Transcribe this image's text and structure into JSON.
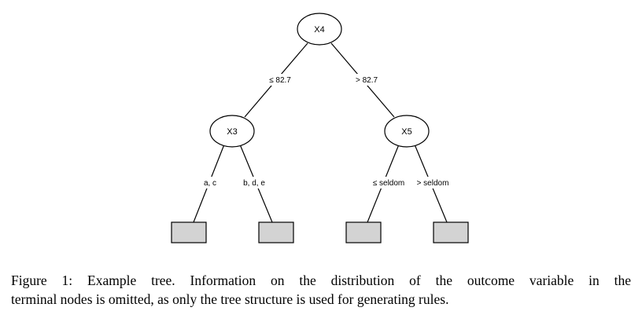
{
  "figure": {
    "nodes": [
      {
        "id": "root",
        "label": "X4"
      },
      {
        "id": "left",
        "label": "X3"
      },
      {
        "id": "right",
        "label": "X5"
      }
    ],
    "edges": [
      {
        "from": "root",
        "to": "left",
        "label": "≤ 82.7"
      },
      {
        "from": "root",
        "to": "right",
        "label": "> 82.7"
      },
      {
        "from": "left",
        "to": "leaf1",
        "label": "a, c"
      },
      {
        "from": "left",
        "to": "leaf2",
        "label": "b, d, e"
      },
      {
        "from": "right",
        "to": "leaf3",
        "label": "≤ seldom"
      },
      {
        "from": "right",
        "to": "leaf4",
        "label": "> seldom"
      }
    ],
    "terminal_node_color": "#d3d3d3"
  },
  "caption": {
    "line1": "Figure 1:  Example tree.  Information on the distribution of the outcome variable in the",
    "line2": "terminal nodes is omitted, as only the tree structure is used for generating rules."
  }
}
